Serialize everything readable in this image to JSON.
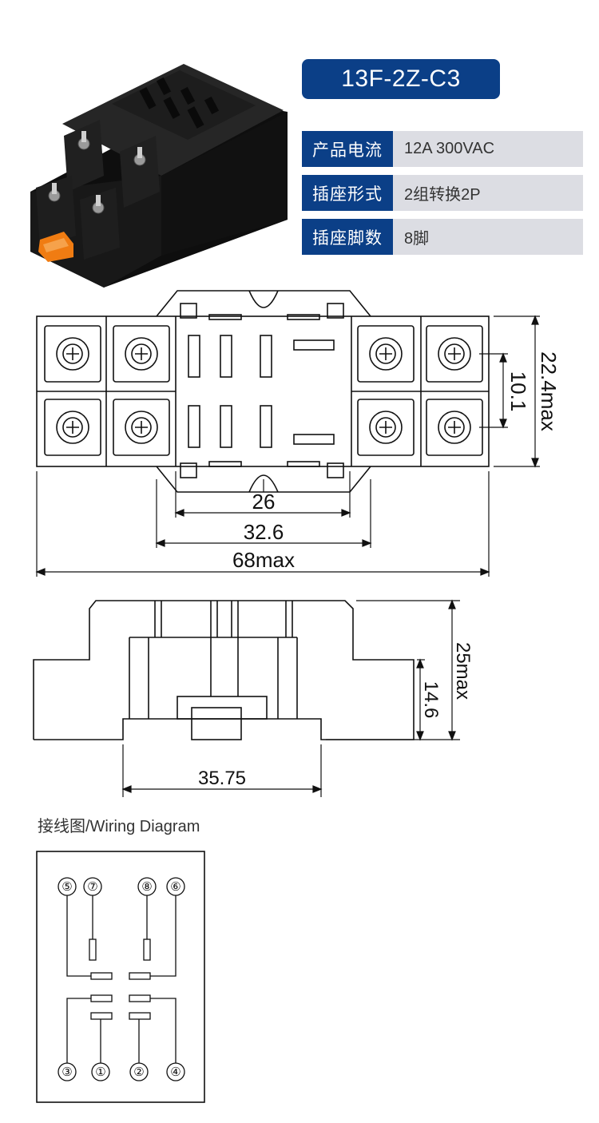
{
  "product": {
    "model": "13F-2Z-C3"
  },
  "specs": [
    {
      "key": "产品电流",
      "value": "12A 300VAC"
    },
    {
      "key": "插座形式",
      "value": "2组转换2P"
    },
    {
      "key": "插座脚数",
      "value": "8脚"
    }
  ],
  "dimensions": {
    "top_view": {
      "inner_pin_spacing": "26",
      "body_width": "32.6",
      "overall_length": "68max",
      "terminal_pitch": "10.1",
      "overall_width": "22.4max"
    },
    "side_view": {
      "height": "25max",
      "step_height": "14.6",
      "base_width": "35.75"
    }
  },
  "wiring": {
    "title": "接线图/Wiring Diagram",
    "top_terminals": [
      "⑤",
      "⑦",
      "⑧",
      "⑥"
    ],
    "bottom_terminals": [
      "③",
      "①",
      "②",
      "④"
    ]
  },
  "colors": {
    "brand_blue": "#0b3f87",
    "spec_value_bg": "#dcdde3",
    "product_body": "#141414",
    "clip_orange": "#f07c12"
  }
}
